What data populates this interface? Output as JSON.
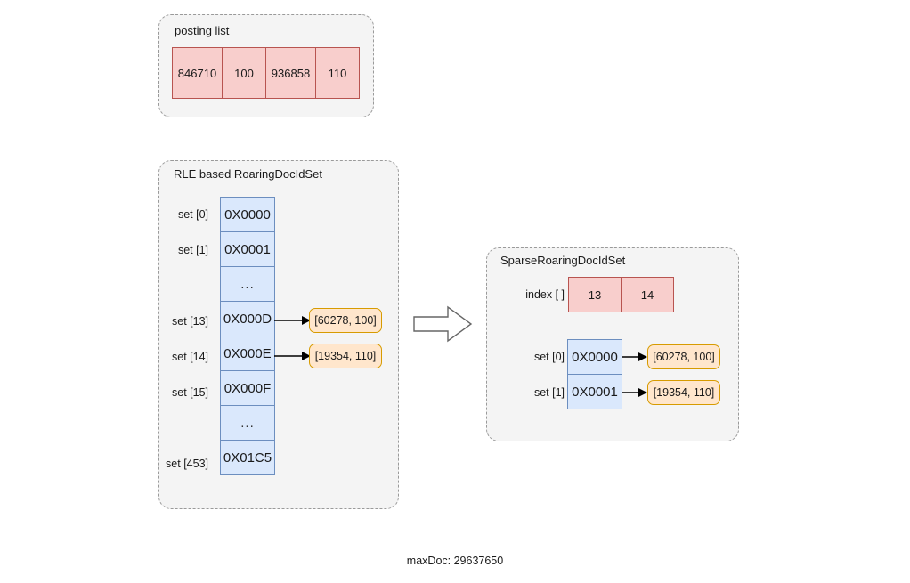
{
  "diagram": {
    "caption": "maxDoc: 29637650",
    "colors": {
      "pink_fill": "#f8cecc",
      "pink_border": "#b85450",
      "blue_fill": "#dae8fc",
      "blue_border": "#6c8ebf",
      "orange_fill": "#ffe6cc",
      "orange_border": "#d79b00",
      "panel_fill": "#f4f4f4",
      "panel_border": "#9a9a9a",
      "arrow": "#000000"
    },
    "panels": {
      "posting_list": {
        "title": "posting list",
        "cells": [
          "846710",
          "100",
          "936858",
          "110"
        ]
      },
      "rle": {
        "title": "RLE based RoaringDocIdSet",
        "rows": [
          {
            "label": "set [0]",
            "value": "0X0000",
            "tag": null
          },
          {
            "label": "set [1]",
            "value": "0X0001",
            "tag": null
          },
          {
            "label": "",
            "value": "...",
            "tag": null
          },
          {
            "label": "set [13]",
            "value": "0X000D",
            "tag": "[60278, 100]"
          },
          {
            "label": "set [14]",
            "value": "0X000E",
            "tag": "[19354, 110]"
          },
          {
            "label": "set [15]",
            "value": "0X000F",
            "tag": null
          },
          {
            "label": "",
            "value": "...",
            "tag": null
          },
          {
            "label": "set [453]",
            "value": "0X01C5",
            "tag": null
          }
        ]
      },
      "sparse": {
        "title": "SparseRoaringDocIdSet",
        "index_label": "index [ ]",
        "index_cells": [
          "13",
          "14"
        ],
        "rows": [
          {
            "label": "set [0]",
            "value": "0X0000",
            "tag": "[60278, 100]"
          },
          {
            "label": "set [1]",
            "value": "0X0001",
            "tag": "[19354, 110]"
          }
        ]
      }
    },
    "transform_arrow": "block-arrow-right"
  }
}
